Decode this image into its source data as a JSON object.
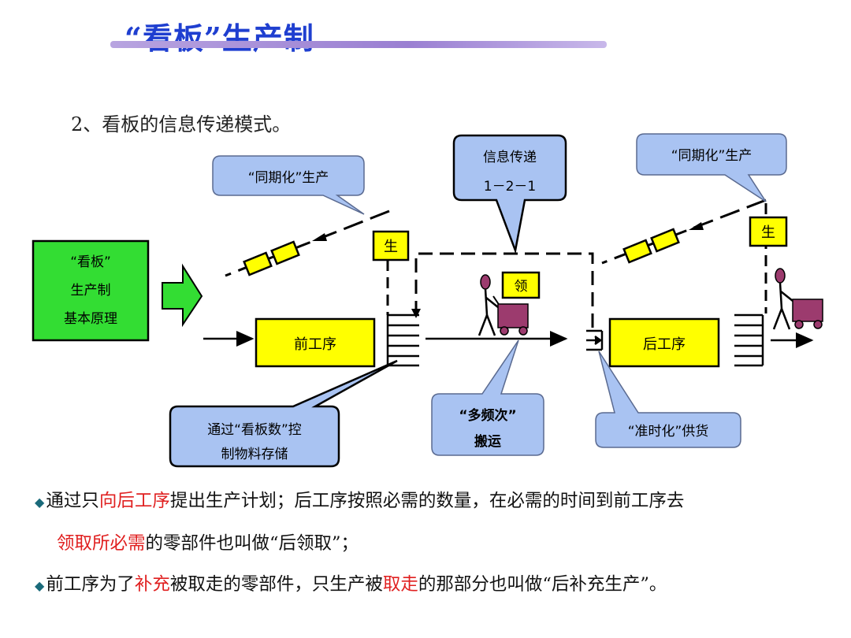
{
  "title": "“看板”生产制",
  "subtitle": "2、看板的信息传递模式。",
  "callouts": {
    "sync_left": "“同期化”生产",
    "info_line1": "信息传递",
    "info_line2": "1－2－1",
    "sync_right": "“同期化”生产",
    "stock_line1": "通过“看板数”控",
    "stock_line2": "制物料存储",
    "freq_line1": "“多频次”",
    "freq_line2": "搬运",
    "jit": "“准时化”供货"
  },
  "principle_box": {
    "line1": "“看板”",
    "line2": "生产制",
    "line3": "基本原理"
  },
  "process": {
    "upstream": "前工序",
    "downstream": "后工序",
    "produce_tag": "生",
    "withdraw_tag": "领"
  },
  "bullets": {
    "b1_part1": "通过只",
    "b1_red1": "向后工序",
    "b1_part2": "提出生产计划；后工序按照必需的数量，在必需的时间到前工序去",
    "b1_red2": "领取所必需",
    "b1_part3": "的零部件也叫做“后领取”；",
    "b2_part1": "前工序为了",
    "b2_red1": "补充",
    "b2_part2": "被取走的零部件，只生产被",
    "b2_red2": "取走",
    "b2_part3": "的那部分也叫做“后补充生产”。"
  },
  "colors": {
    "title": "#1f3fd0",
    "callout_fill": "#a9c3f2",
    "principle_fill": "#33dd33",
    "process_fill": "#ffff00",
    "cart": "#9c3b6e",
    "emphasis": "#e02020"
  }
}
